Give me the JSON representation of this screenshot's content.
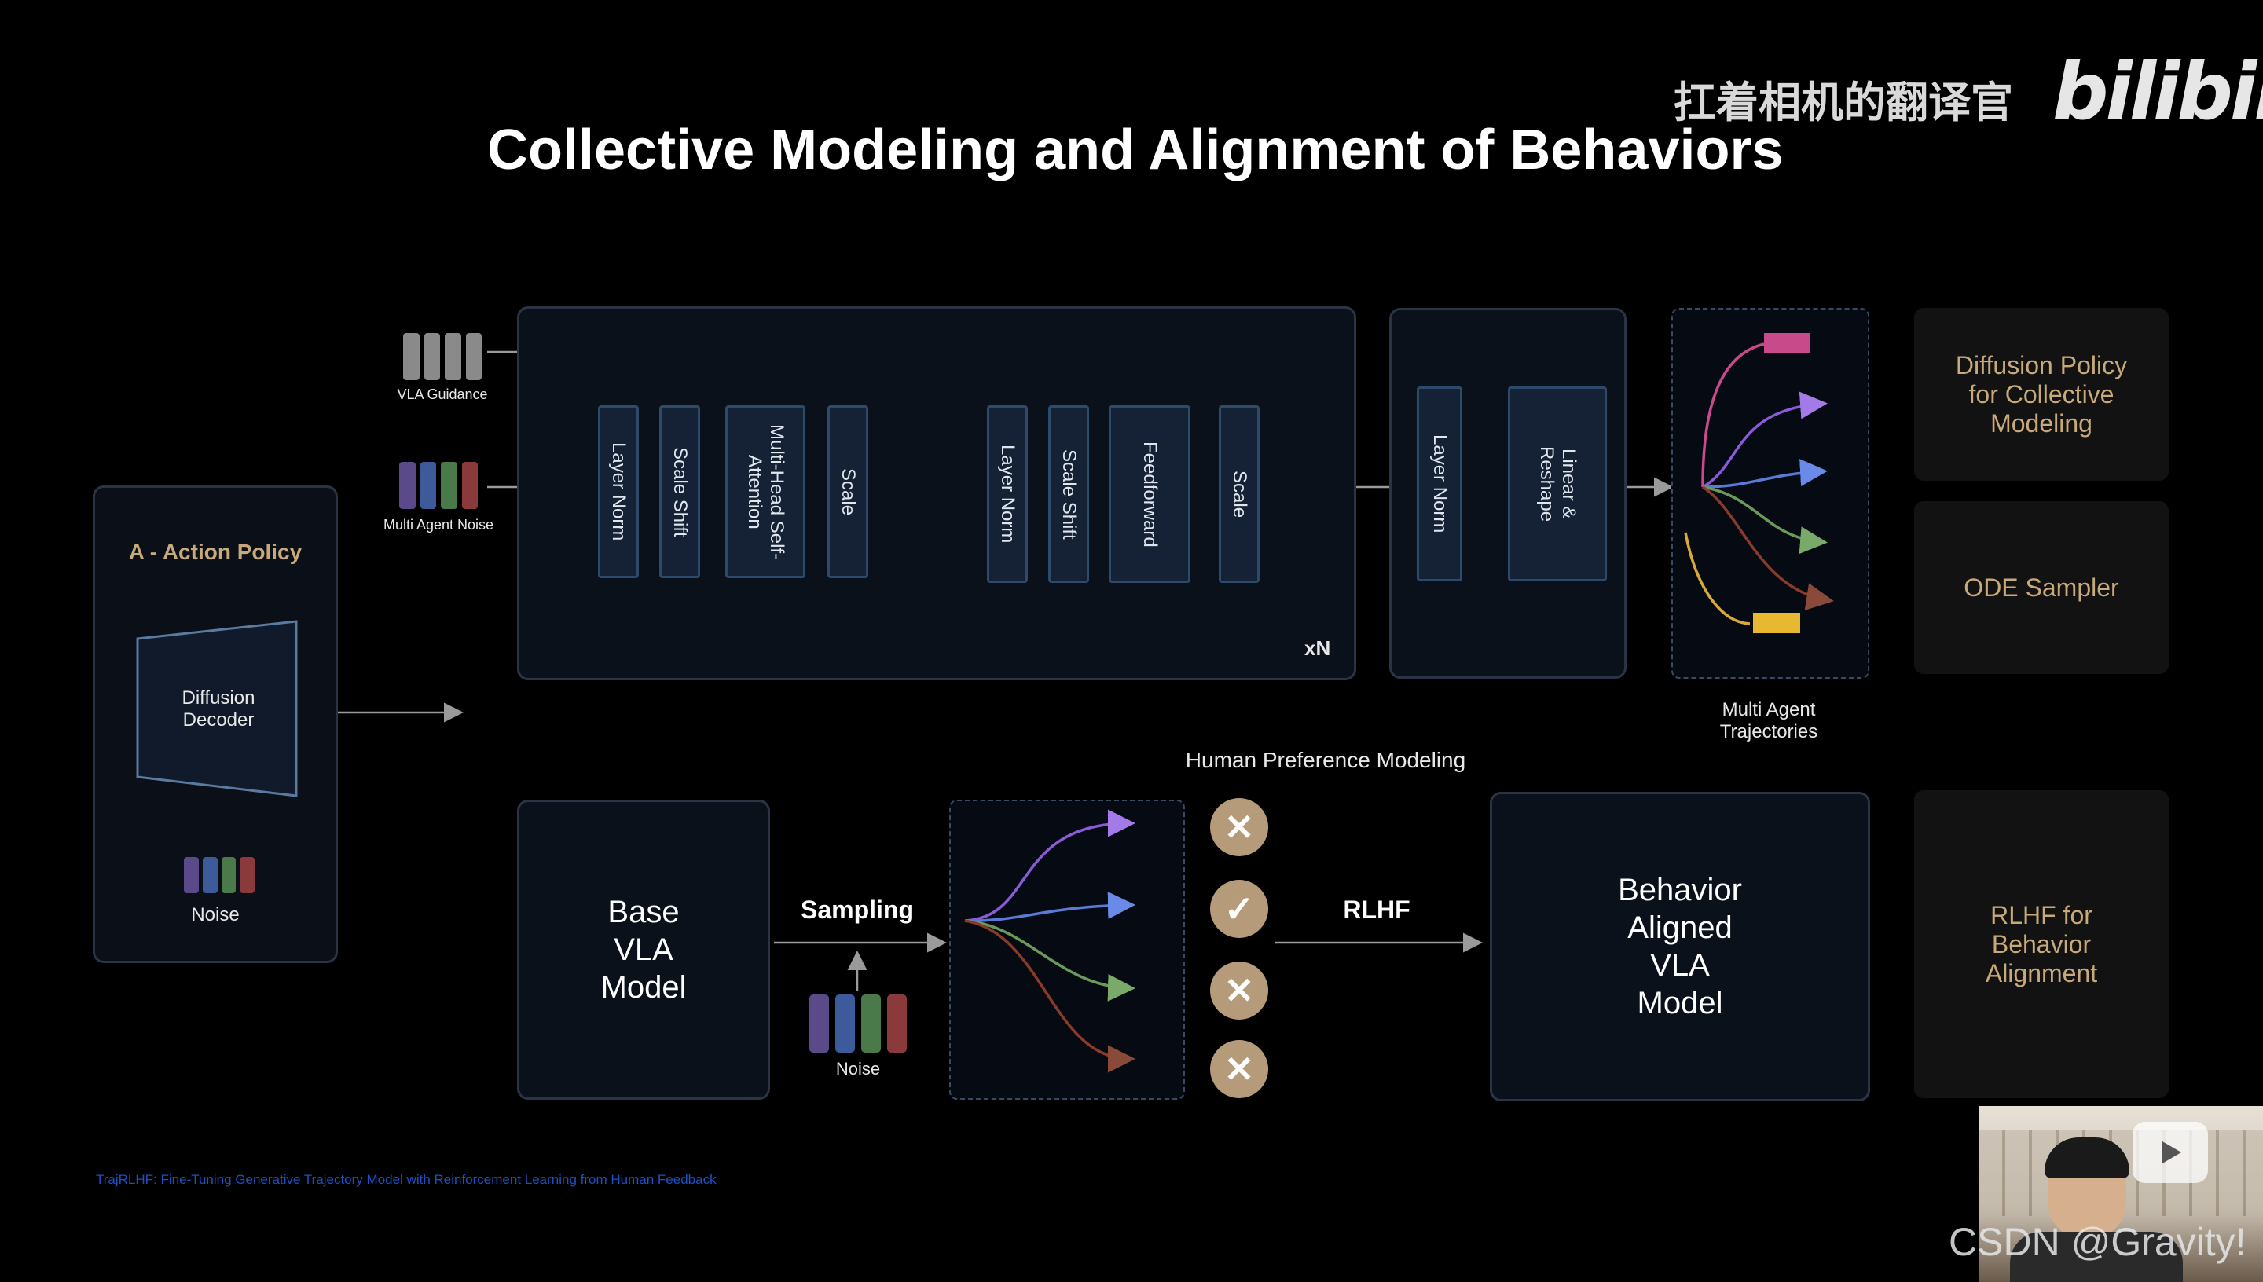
{
  "title": "Collective Modeling and Alignment of Behaviors",
  "watermark": {
    "channel_name": "扛着相机的翻译官",
    "platform_logo": "bilibili"
  },
  "action_policy": {
    "title": "A - Action Policy",
    "decoder_label": "Diffusion\nDecoder",
    "noise_label": "Noise"
  },
  "inputs": {
    "guidance_label": "VLA Guidance",
    "noise_label": "Multi Agent Noise"
  },
  "transformer_block": {
    "layers_a": [
      "Layer Norm",
      "Scale Shift",
      "Multi-Head Self-\nAttention",
      "Scale"
    ],
    "layers_b": [
      "Layer Norm",
      "Scale Shift",
      "Feedforward",
      "Scale"
    ],
    "repeat_label": "xN"
  },
  "output_block": {
    "layers": [
      "Layer Norm",
      "Linear &\nReshape"
    ]
  },
  "trajectories": {
    "caption": "Multi Agent\nTrajectories"
  },
  "side_cards": {
    "top": "Diffusion Policy\nfor Collective\nModeling",
    "middle": "ODE Sampler",
    "bottom": "RLHF for\nBehavior\nAlignment"
  },
  "bottom_flow": {
    "base_model": "Base\nVLA\nModel",
    "sampling_label": "Sampling",
    "noise_label": "Noise",
    "preference_label": "Human Preference Modeling",
    "rlhf_label": "RLHF",
    "aligned_model": "Behavior\nAligned\nVLA\nModel",
    "preference_marks": [
      "✕",
      "✓",
      "✕",
      "✕"
    ]
  },
  "reference_link": "TrajRLHF: Fine-Tuning Generative Trajectory Model with Reinforcement Learning from Human Feedback",
  "csdn_watermark": "CSDN @Gravity!",
  "colors": {
    "noise_bars": [
      "#5b4a8a",
      "#3d5a9a",
      "#4a7a4a",
      "#8a3a3a"
    ],
    "guidance_bars": "#8a8a8a",
    "traj_colors": [
      "#c84a8a",
      "#8a5ad8",
      "#5a7ad8",
      "#6a9a5a",
      "#8a3a2a",
      "#d8a83a"
    ],
    "side_text": "#c8a97a",
    "pref_button": "#b59b7a"
  }
}
